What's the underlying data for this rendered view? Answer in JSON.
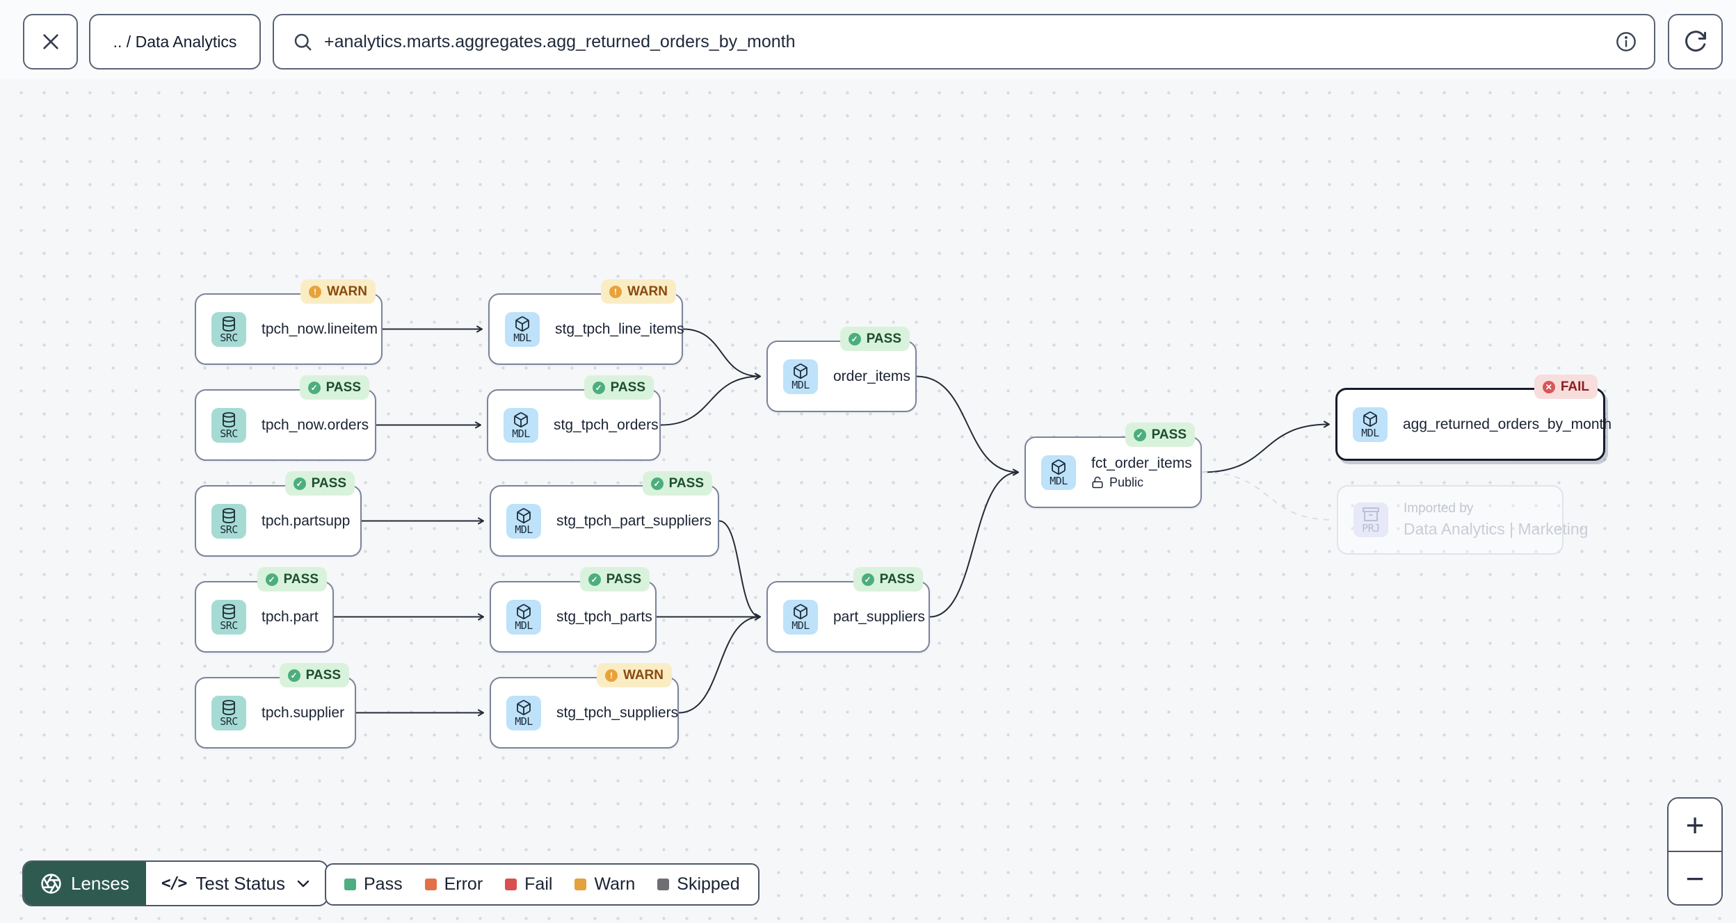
{
  "topbar": {
    "breadcrumb": ".. / Data Analytics",
    "search_value": "+analytics.marts.aggregates.agg_returned_orders_by_month"
  },
  "nodes": [
    {
      "id": "tpch_now_lineitem",
      "type": "SRC",
      "label": "tpch_now.lineitem",
      "status": "WARN"
    },
    {
      "id": "stg_tpch_line_items",
      "type": "MDL",
      "label": "stg_tpch_line_items",
      "status": "WARN"
    },
    {
      "id": "tpch_now_orders",
      "type": "SRC",
      "label": "tpch_now.orders",
      "status": "PASS"
    },
    {
      "id": "stg_tpch_orders",
      "type": "MDL",
      "label": "stg_tpch_orders",
      "status": "PASS"
    },
    {
      "id": "order_items",
      "type": "MDL",
      "label": "order_items",
      "status": "PASS"
    },
    {
      "id": "tpch_partsupp",
      "type": "SRC",
      "label": "tpch.partsupp",
      "status": "PASS"
    },
    {
      "id": "stg_tpch_part_suppliers",
      "type": "MDL",
      "label": "stg_tpch_part_suppliers",
      "status": "PASS"
    },
    {
      "id": "tpch_part",
      "type": "SRC",
      "label": "tpch.part",
      "status": "PASS"
    },
    {
      "id": "stg_tpch_parts",
      "type": "MDL",
      "label": "stg_tpch_parts",
      "status": "PASS"
    },
    {
      "id": "part_suppliers",
      "type": "MDL",
      "label": "part_suppliers",
      "status": "PASS"
    },
    {
      "id": "tpch_supplier",
      "type": "SRC",
      "label": "tpch.supplier",
      "status": "PASS"
    },
    {
      "id": "stg_tpch_suppliers",
      "type": "MDL",
      "label": "stg_tpch_suppliers",
      "status": "WARN"
    },
    {
      "id": "fct_order_items",
      "type": "MDL",
      "label": "fct_order_items",
      "status": "PASS",
      "access": "Public"
    },
    {
      "id": "agg_returned_orders_by_month",
      "type": "MDL",
      "label": "agg_returned_orders_by_month",
      "status": "FAIL",
      "selected": true
    },
    {
      "id": "imported_project",
      "type": "PRJ",
      "label": "Imported by",
      "sublabel": "Data Analytics | Marketing",
      "faded": true
    }
  ],
  "edges": [
    {
      "from": "tpch_now_lineitem",
      "to": "stg_tpch_line_items"
    },
    {
      "from": "tpch_now_orders",
      "to": "stg_tpch_orders"
    },
    {
      "from": "tpch_partsupp",
      "to": "stg_tpch_part_suppliers"
    },
    {
      "from": "tpch_part",
      "to": "stg_tpch_parts"
    },
    {
      "from": "tpch_supplier",
      "to": "stg_tpch_suppliers"
    },
    {
      "from": "stg_tpch_line_items",
      "to": "order_items"
    },
    {
      "from": "stg_tpch_orders",
      "to": "order_items"
    },
    {
      "from": "stg_tpch_part_suppliers",
      "to": "part_suppliers"
    },
    {
      "from": "stg_tpch_parts",
      "to": "part_suppliers"
    },
    {
      "from": "stg_tpch_suppliers",
      "to": "part_suppliers"
    },
    {
      "from": "order_items",
      "to": "fct_order_items"
    },
    {
      "from": "part_suppliers",
      "to": "fct_order_items"
    },
    {
      "from": "fct_order_items",
      "to": "agg_returned_orders_by_month"
    },
    {
      "from": "fct_order_items",
      "to": "imported_project",
      "style": "dashed"
    }
  ],
  "badge_glyphs": {
    "PASS": "✓",
    "WARN": "!",
    "FAIL": "✕"
  },
  "lenses": {
    "label": "Lenses",
    "code_glyph": "</>",
    "selector": "Test Status"
  },
  "legend": [
    {
      "label": "Pass",
      "color": "#4FAE7F"
    },
    {
      "label": "Error",
      "color": "#E2714A"
    },
    {
      "label": "Fail",
      "color": "#D94F4F"
    },
    {
      "label": "Warn",
      "color": "#E3A23C"
    },
    {
      "label": "Skipped",
      "color": "#6F6F73"
    }
  ],
  "zoom_controls": {
    "zoom_in": "+",
    "zoom_out": "−"
  },
  "colors": {
    "edge": "#252B36",
    "edge_dashed": "#DADEE5",
    "src_chip": "#A6DBD4",
    "mdl_chip": "#BDE2F9",
    "prj_chip": "#E7E9F8",
    "lenses_bg": "#2E5A50",
    "selected_border": "#151C2C"
  }
}
